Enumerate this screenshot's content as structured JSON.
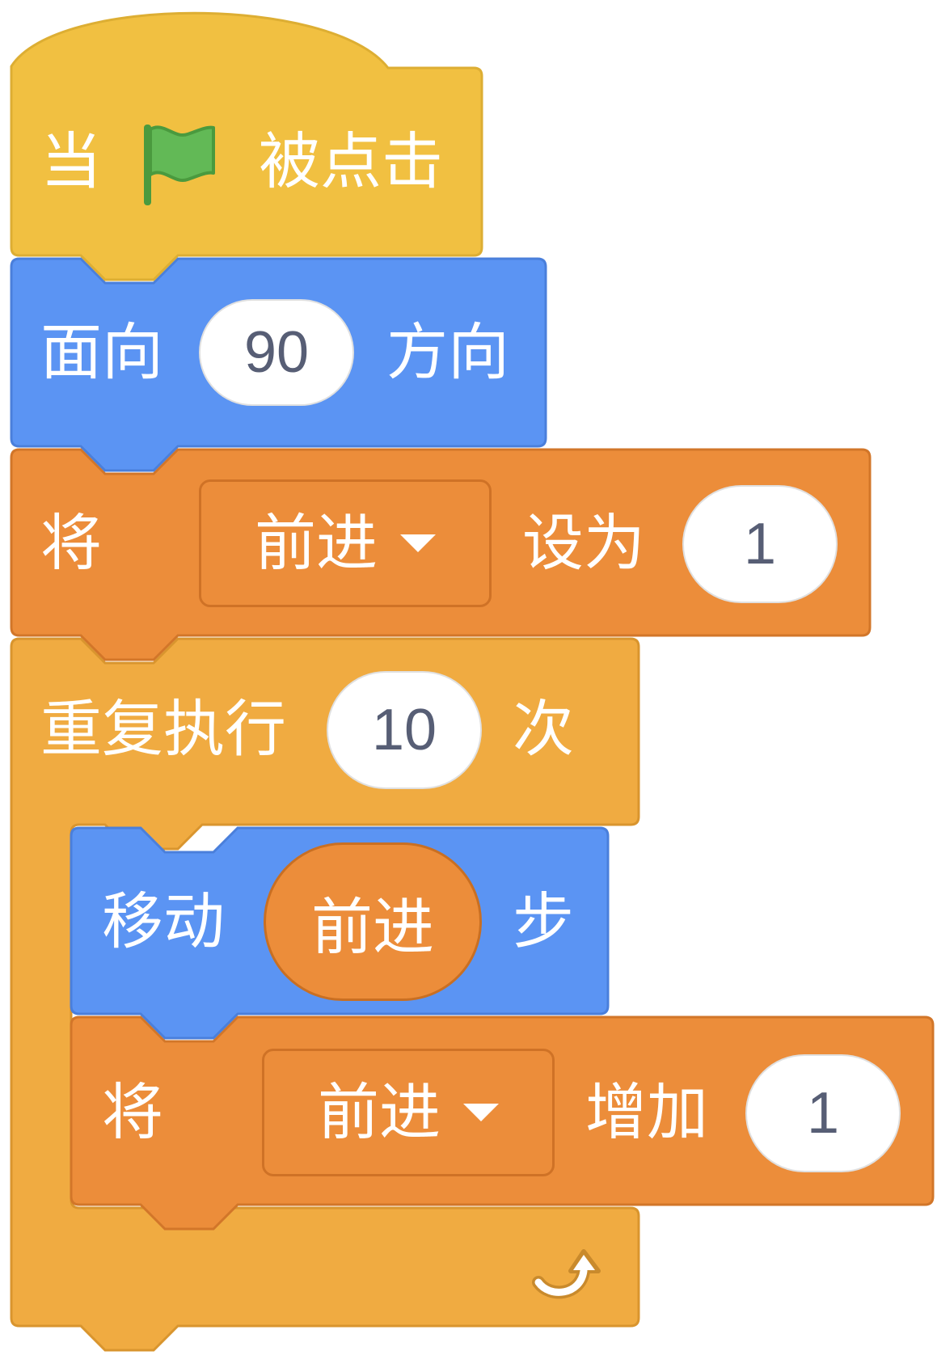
{
  "colors": {
    "events": "#f1c041",
    "events_edge": "#ddae33",
    "motion": "#5b94f3",
    "motion_edge": "#4a7fdb",
    "variables": "#ec8d3a",
    "variables_edge": "#d27629",
    "control": "#f0ab41",
    "control_edge": "#d9952e",
    "flag_green": "#62b956",
    "input_text": "#575e75"
  },
  "blocks": {
    "when_flag": {
      "label_when": "当",
      "flag_icon": "green-flag-icon",
      "label_clicked": "被点击"
    },
    "point_direction": {
      "label_point": "面向",
      "value": "90",
      "label_direction": "方向"
    },
    "set_var": {
      "label_set": "将",
      "variable": "前进",
      "label_to": "设为",
      "value": "1"
    },
    "repeat": {
      "label_repeat": "重复执行",
      "value": "10",
      "label_times": "次",
      "loop_icon": "loop-arrow-icon"
    },
    "move": {
      "label_move": "移动",
      "reporter": "前进",
      "label_steps": "步"
    },
    "change_var": {
      "label_change": "将",
      "variable": "前进",
      "label_by": "增加",
      "value": "1"
    }
  }
}
